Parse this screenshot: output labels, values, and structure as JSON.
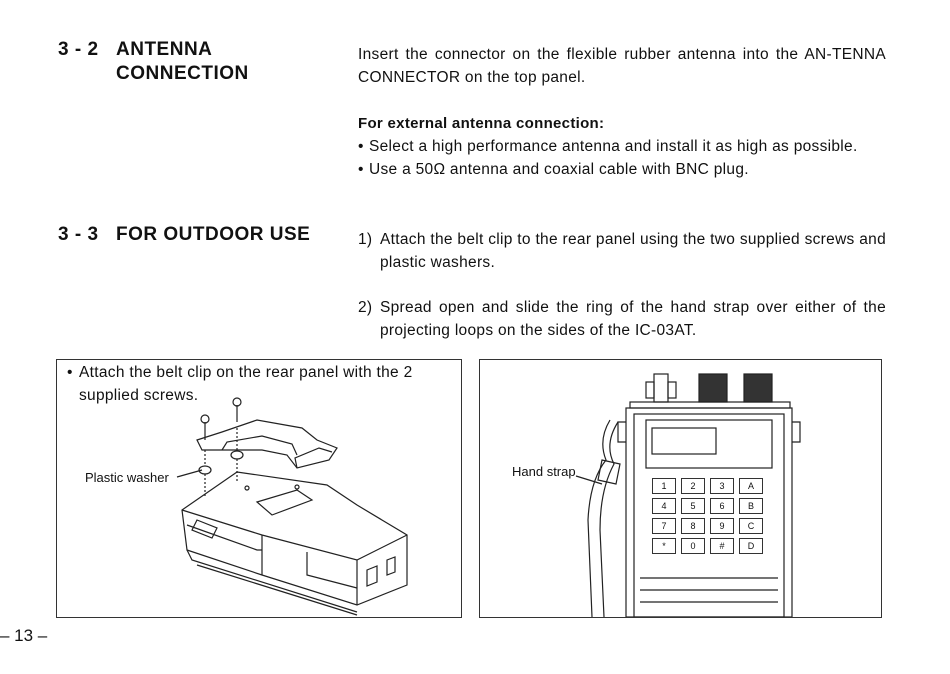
{
  "sections": {
    "antenna": {
      "number": "3 - 2",
      "title_line1": "ANTENNA",
      "title_line2": "CONNECTION",
      "para1": "Insert the connector on the flexible rubber antenna into the AN-TENNA CONNECTOR on the top panel.",
      "external_heading": "For external antenna connection:",
      "bullets": [
        "Select a high performance antenna and install it as high as possible.",
        "Use a 50Ω antenna and coaxial cable with BNC plug."
      ]
    },
    "outdoor": {
      "number": "3 - 3",
      "title": "FOR OUTDOOR USE",
      "steps": [
        {
          "num": "1)",
          "text": "Attach the belt clip to the rear panel using the two supplied screws and plastic washers."
        },
        {
          "num": "2)",
          "text": "Spread open and slide the ring of the hand strap over either of the projecting loops on the sides of the IC-03AT."
        }
      ]
    }
  },
  "figures": {
    "left": {
      "caption": "Attach the belt clip on the rear panel with the 2 supplied screws.",
      "label": "Plastic washer"
    },
    "right": {
      "label": "Hand strap",
      "keypad": [
        "1",
        "2",
        "3",
        "A",
        "4",
        "5",
        "6",
        "B",
        "7",
        "8",
        "9",
        "C",
        "*",
        "0",
        "#",
        "D"
      ]
    }
  },
  "page_number": "– 13 –"
}
